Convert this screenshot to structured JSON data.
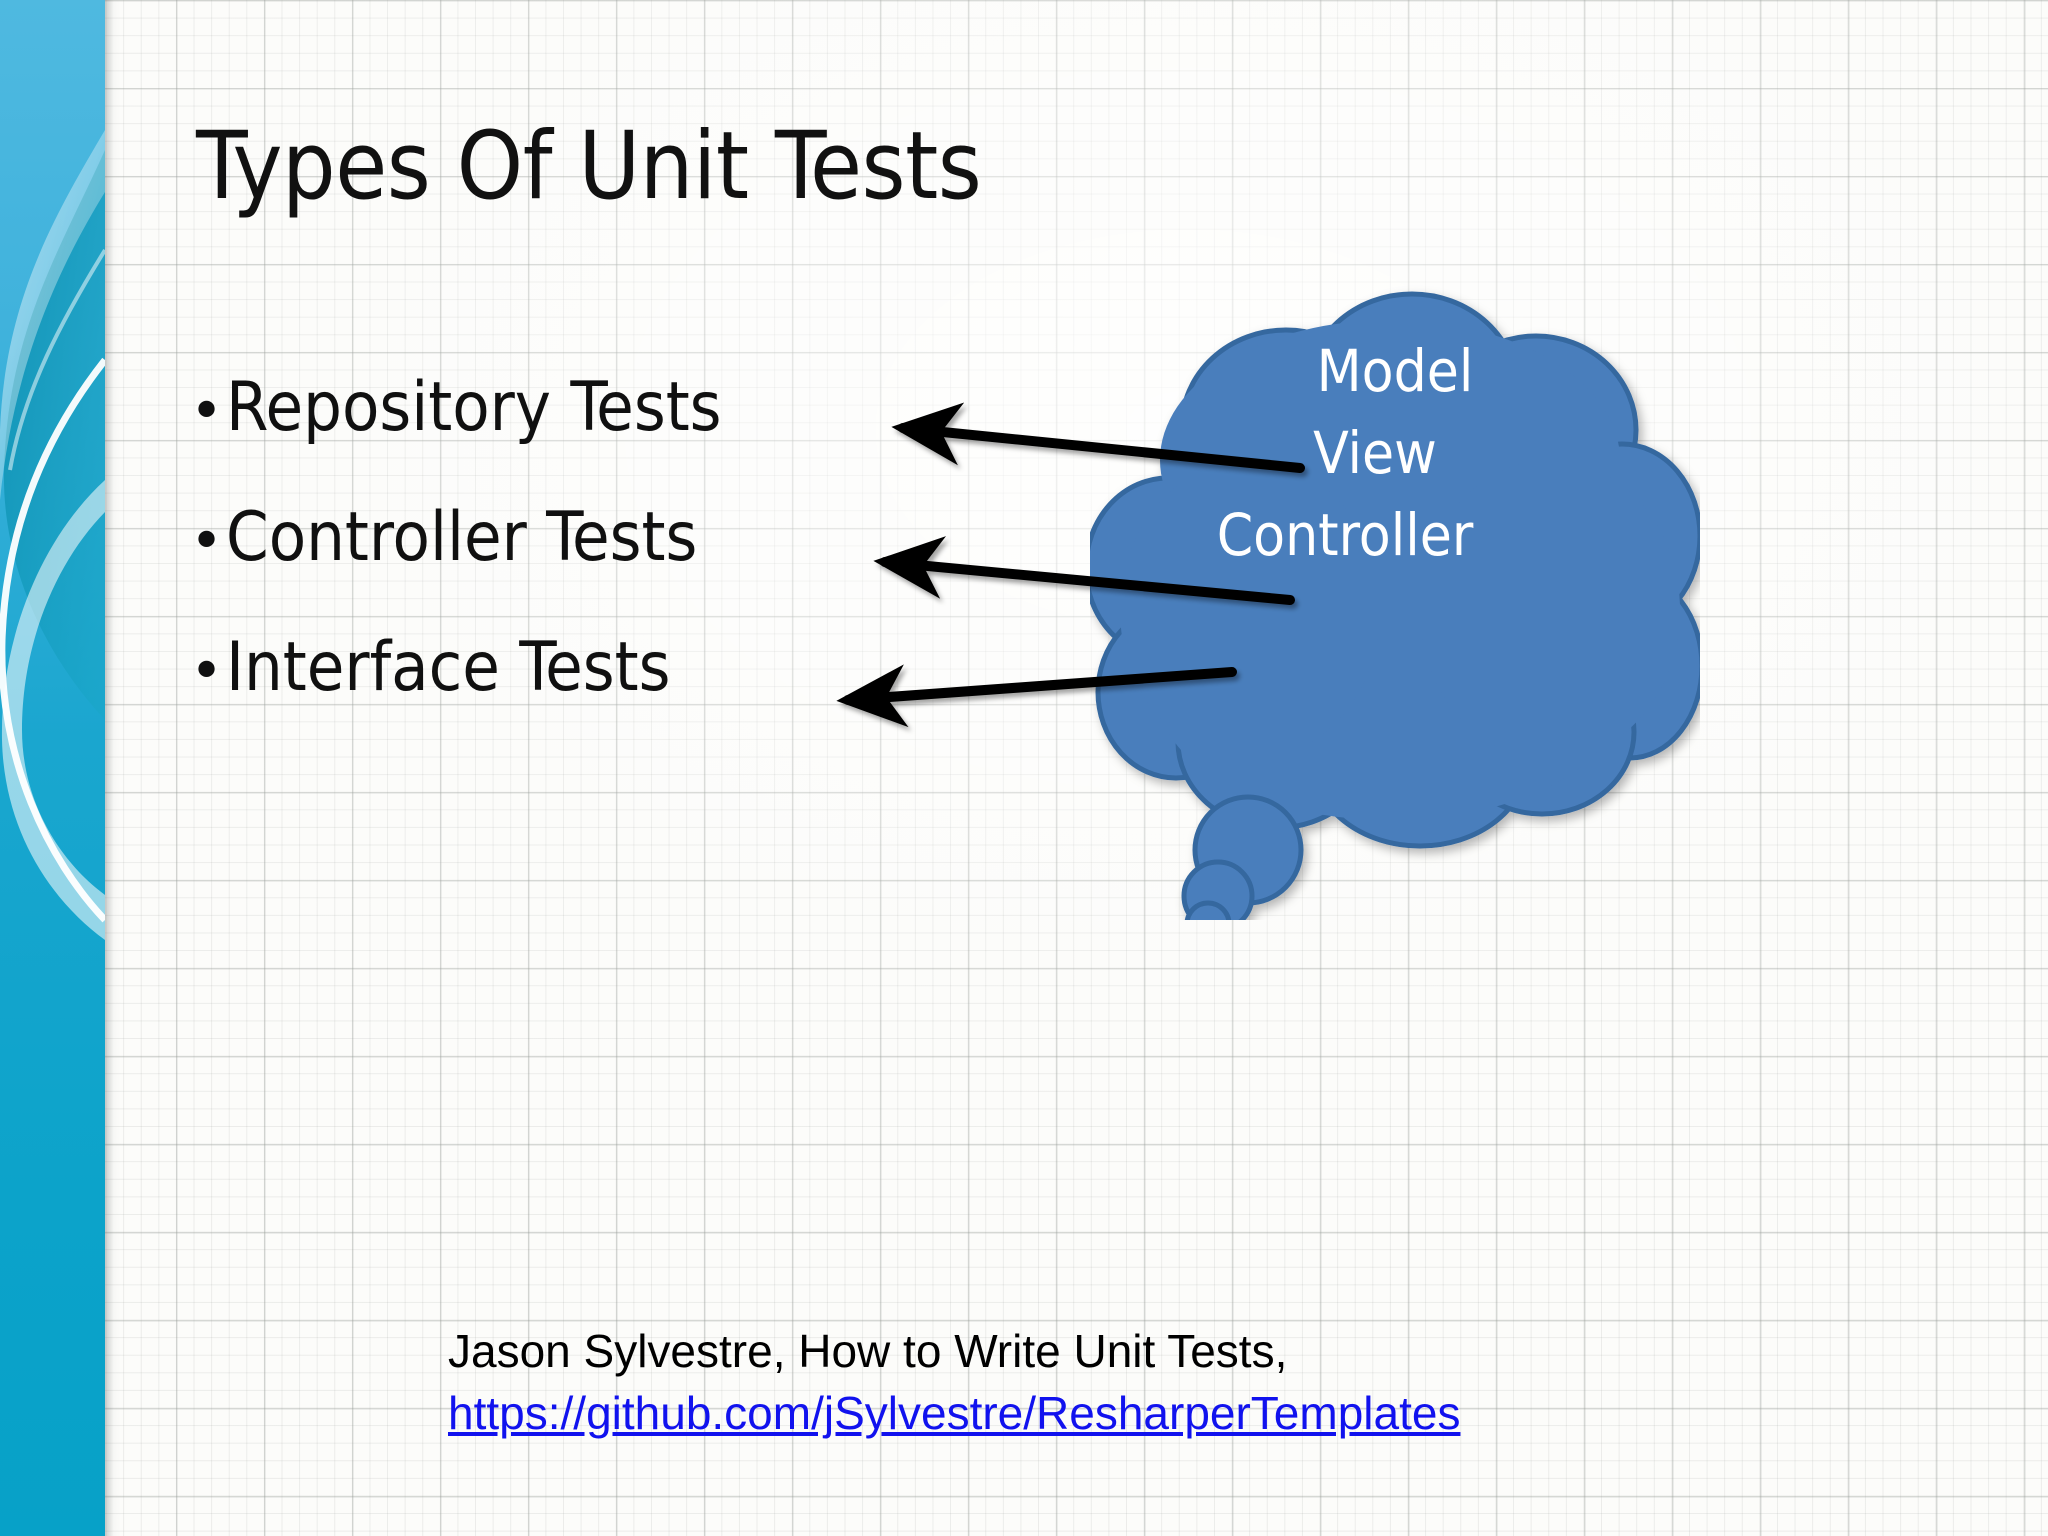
{
  "slide": {
    "title": "Types Of Unit Tests",
    "background_color": "#fbfbf8",
    "grid_color": "#9a9f9a"
  },
  "sidebar": {
    "name": "decorative-band",
    "color_top": "#46b3dd",
    "color_mid": "#119dc7",
    "color_bottom": "#0aa2c8",
    "accent_dark": "#0e94b4",
    "swoosh_color": "#ffffff"
  },
  "bullets": {
    "marker": "•",
    "items": [
      {
        "label": "Repository Tests"
      },
      {
        "label": "Controller Tests"
      },
      {
        "label": "Interface Tests"
      }
    ]
  },
  "cloud": {
    "fill": "#4a7ebc",
    "stroke": "#34679f",
    "text_color": "#ffffff",
    "lines": [
      "Model",
      "View",
      "Controller"
    ]
  },
  "arrows": {
    "color": "#000000",
    "count": 3,
    "descriptions": [
      "cloud-to-repository-tests",
      "cloud-to-controller-tests",
      "cloud-to-interface-tests"
    ]
  },
  "footer": {
    "credit": "Jason Sylvestre, How to Write Unit Tests,",
    "link": "https://github.com/jSylvestre/ResharperTemplates",
    "link_color": "#1112ee"
  }
}
